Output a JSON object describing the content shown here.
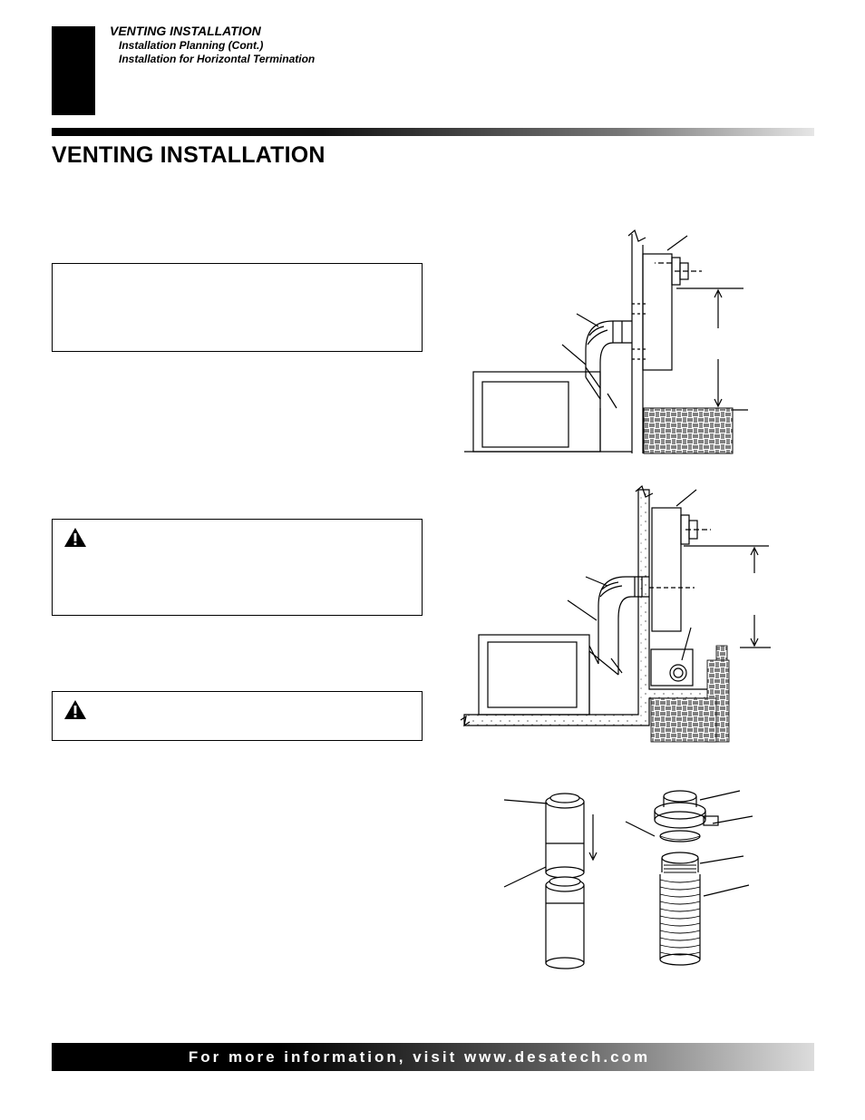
{
  "header": {
    "section": "VENTING INSTALLATION",
    "sub1": "Installation Planning (Cont.)",
    "sub2": "Installation for Horizontal Termination"
  },
  "page_title": "VENTING INSTALLATION",
  "footer": {
    "text": "For more information, visit www.desatech.com"
  },
  "icons": {
    "warning": "warning-triangle-icon"
  }
}
